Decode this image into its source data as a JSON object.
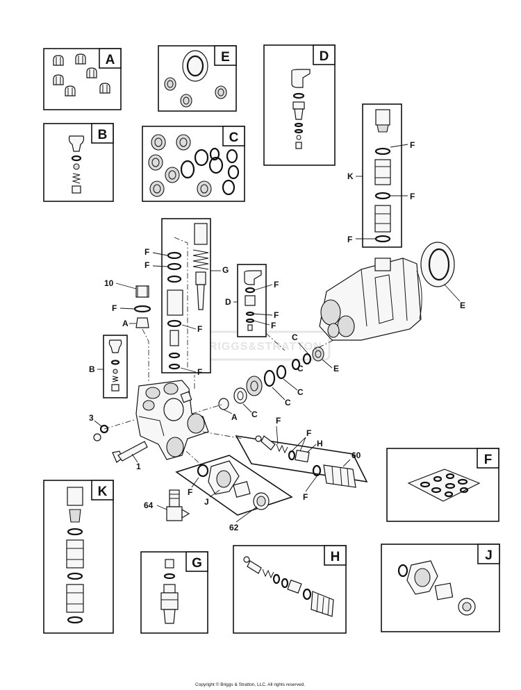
{
  "kits": [
    {
      "letter": "A",
      "icon": "nut-kit-icon"
    },
    {
      "letter": "B",
      "icon": "valve-kit-icon"
    },
    {
      "letter": "C",
      "icon": "oring-kit-icon"
    },
    {
      "letter": "D",
      "icon": "injector-kit-icon"
    },
    {
      "letter": "E",
      "icon": "seal-kit-icon"
    },
    {
      "letter": "F",
      "icon": "oring-pack-icon"
    },
    {
      "letter": "G",
      "icon": "unloader-kit-icon"
    },
    {
      "letter": "H",
      "icon": "plug-kit-icon"
    },
    {
      "letter": "J",
      "icon": "cap-kit-icon"
    },
    {
      "letter": "K",
      "icon": "check-valve-kit-icon"
    }
  ],
  "callouts": {
    "c1": "1",
    "c3": "3",
    "c10": "10",
    "c60": "60",
    "c62": "62",
    "c64": "64",
    "A": "A",
    "B": "B",
    "C": "C",
    "D": "D",
    "E": "E",
    "F": "F",
    "G": "G",
    "H": "H",
    "J": "J",
    "K": "K"
  },
  "watermark": "BRIGGS&STRATTON",
  "copyright": "Copyright © Briggs & Stratton, LLC. All rights reserved."
}
